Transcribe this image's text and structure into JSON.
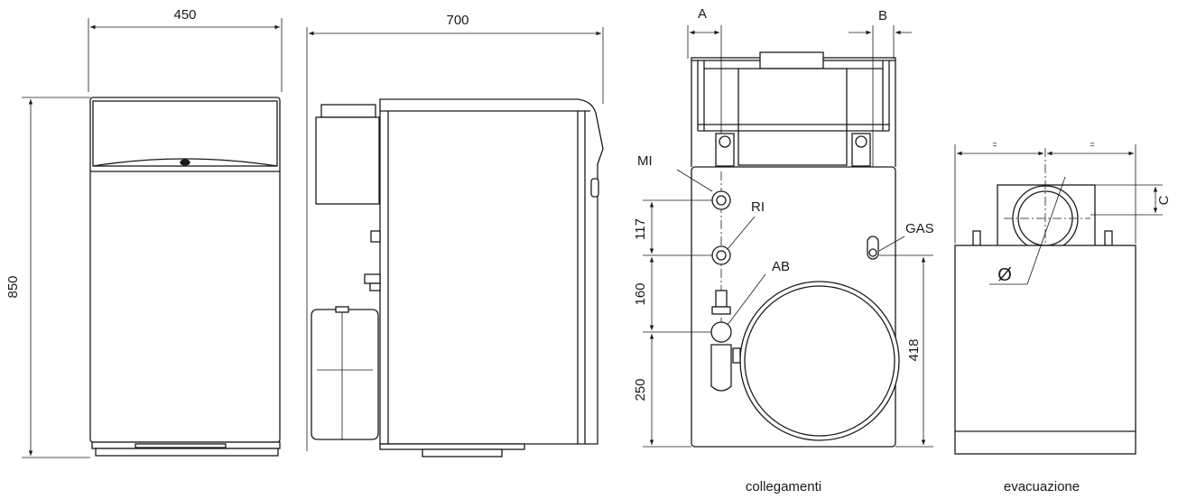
{
  "front": {
    "width_label": "450",
    "height_label": "850"
  },
  "side": {
    "width_label": "700"
  },
  "connections": {
    "label_a": "A",
    "label_b": "B",
    "mi": "MI",
    "ri": "RI",
    "ab": "AB",
    "gas": "GAS",
    "dim_117": "117",
    "dim_160": "160",
    "dim_250": "250",
    "dim_418": "418",
    "caption": "collegamenti"
  },
  "exhaust": {
    "eq_left": "=",
    "eq_right": "=",
    "label_c": "C",
    "diameter": "Ø",
    "caption": "evacuazione"
  }
}
